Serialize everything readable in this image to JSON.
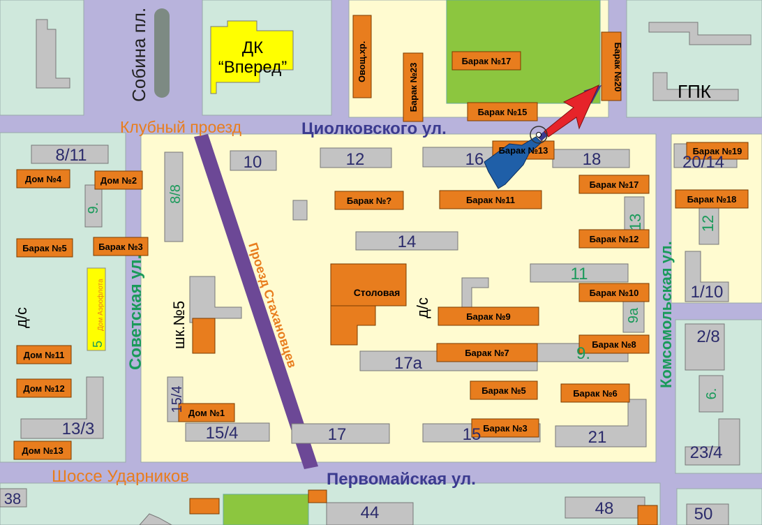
{
  "colors": {
    "road": "#b8b3dc",
    "block_green": "#cfe8dc",
    "block_yellow": "#fffbd0",
    "building_gray": "#c3c3c3",
    "barrack_orange": "#e87d1e",
    "park_green": "#8cc63f",
    "avenue_purple": "#6c4896",
    "dk_yellow": "#ffff00",
    "street_blue": "#3b3b8f",
    "street_orange": "#e87d1e",
    "street_green": "#1a9a5a",
    "arrow_red": "#e6242a",
    "arrow_blue": "#1f5fa8"
  },
  "streets": {
    "sobina": "Собина пл.",
    "klubny": "Клубный проезд",
    "tsiolkovskogo": "Циолковского ул.",
    "sovetskaya": "Советская ул.",
    "stakhanovtsev": "Проезд Стахановцев",
    "komsomolskaya": "Комсомольская ул.",
    "shosse": "Шоссе Ударников",
    "pervomayskaya": "Первомайская ул."
  },
  "places": {
    "dk_line1": "ДК",
    "dk_line2": "“Вперед”",
    "gpk": "ГПК",
    "ovoshch": "Овощ.хр.",
    "stolovaya": "Столовая",
    "ds_left": "д/с",
    "ds_center": "д/с",
    "school": "шк.№5",
    "aeroflot_num": "5",
    "aeroflot": "Дом Аэрофлота"
  },
  "barracks": {
    "b2": "Дом №2",
    "b4": "Дом №4",
    "b3": "Барак №3",
    "b5": "Барак №5",
    "b11h": "Дом №11",
    "b12h": "Дом №12",
    "b13h": "Дом №13",
    "b1h": "Дом №1",
    "bq": "Барак №?",
    "b11": "Барак №11",
    "b17a": "Барак №17",
    "b17b": "Барак №17",
    "b12": "Барак №12",
    "b10": "Барак №10",
    "b9": "Барак №9",
    "b8": "Барак №8",
    "b7": "Барак №7",
    "b6": "Барак №6",
    "b15": "Барак №15",
    "b13": "Барак №13",
    "b19": "Барак №19",
    "b18": "Барак №18",
    "b20": "Барак №20",
    "b23": "Барак №23"
  },
  "houses": {
    "h8_11": "8/11",
    "h9": "9.",
    "h8_8": "8/8",
    "h10": "10",
    "h12": "12",
    "h16": "16",
    "h18": "18",
    "h20_14": "20/14",
    "h14": "14",
    "h13": "13",
    "h12r": "12",
    "h11": "11",
    "h1_10": "1/10",
    "h9a": "9а",
    "h2_8": "2/8",
    "h9c": "9.",
    "h17a": "17а",
    "h6": "6.",
    "h15_4v": "15/4",
    "h15_4": "15/4",
    "h17": "17",
    "h15": "15",
    "h21": "21",
    "h23_4": "23/4",
    "h13_3": "13/3",
    "h38": "38",
    "h44": "44",
    "h48": "48",
    "h50": "50"
  }
}
